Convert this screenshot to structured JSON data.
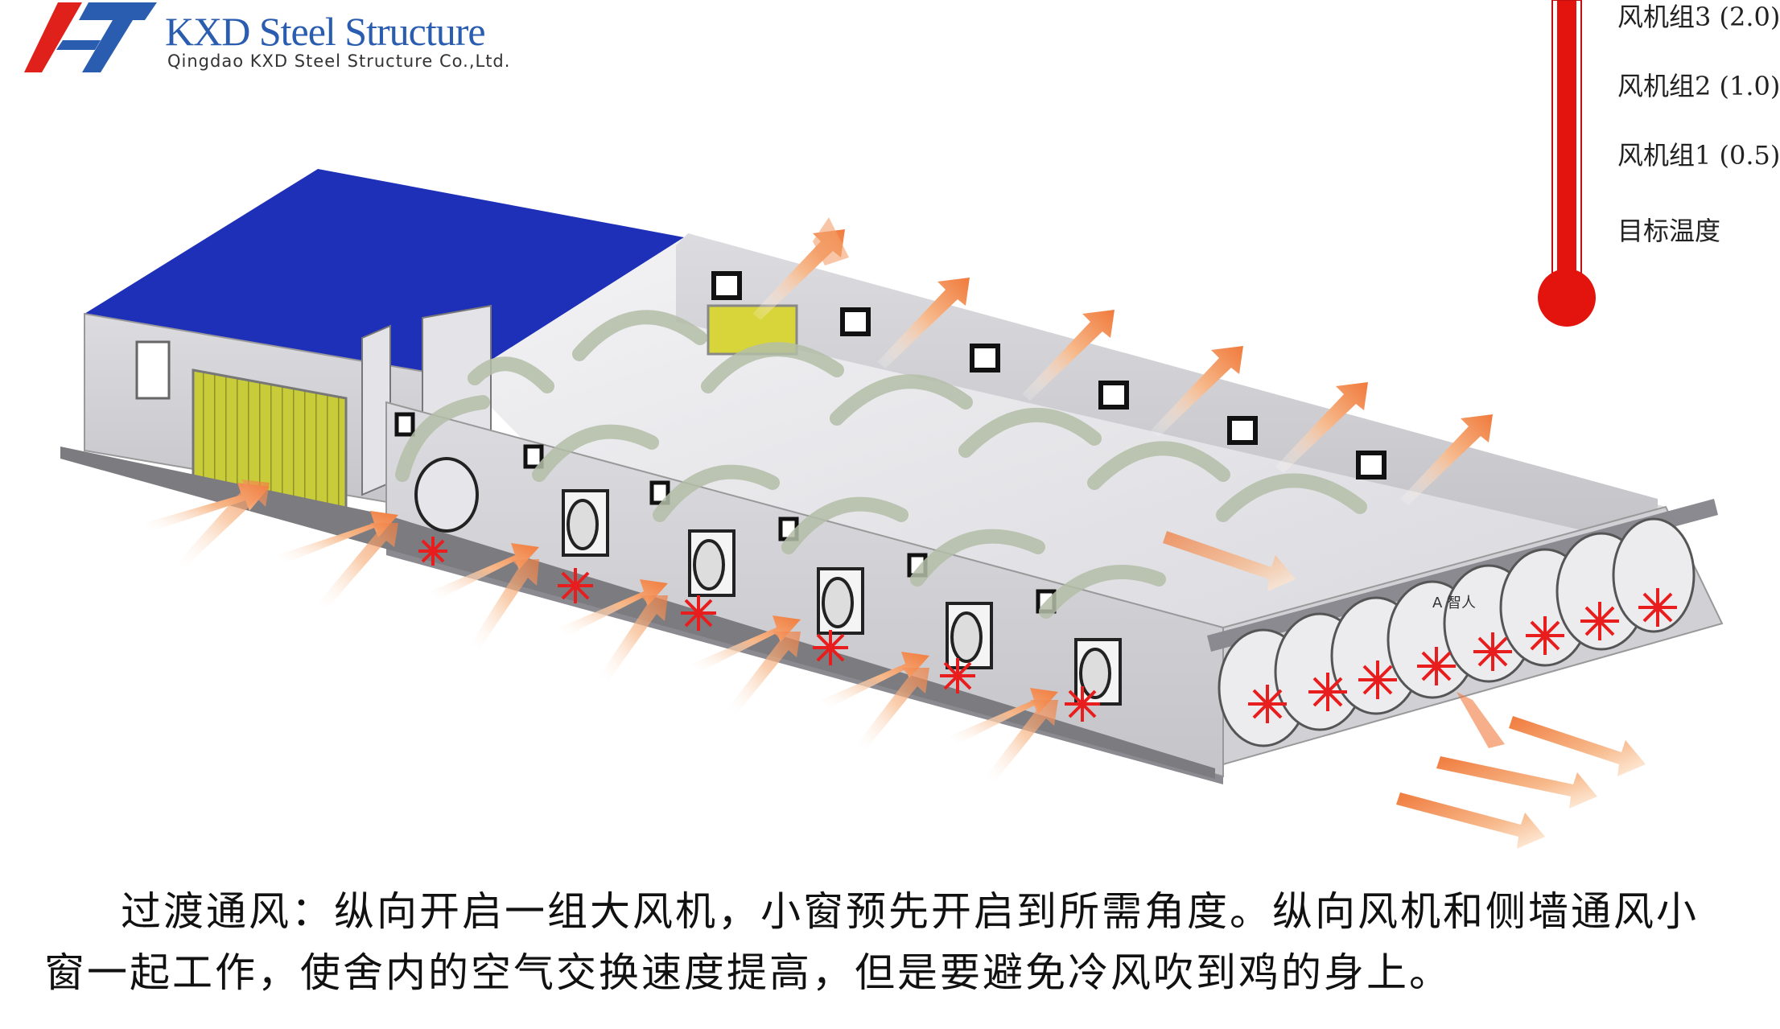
{
  "logo": {
    "icon": "kxd-logo-icon",
    "title": "KXD Steel Structure",
    "subtitle": "Qingdao KXD Steel Structure Co.,Ltd.",
    "colors": {
      "red": "#e0201b",
      "blue": "#2a5db0"
    }
  },
  "thermometer": {
    "labels": [
      "风机组3 (2.0)",
      "风机组2 (1.0)",
      "风机组1 (0.5)",
      "目标温度"
    ],
    "color": "#e3140e"
  },
  "illustration": {
    "roof_color": "#1e2fb8",
    "wall_color": "#d2d2d6",
    "pad_color": "#c8cc3a",
    "fan_marker_color": "#e81d1d",
    "arrow_colors": [
      "#f5a060",
      "#ffe4c8",
      "#f07a3c"
    ],
    "airflow_color": "#b4bea8",
    "person_label": "A 智人"
  },
  "caption": {
    "text": "过渡通风：纵向开启一组大风机，小窗预先开启到所需角度。纵向风机和侧墙通风小窗一起工作，使舍内的空气交换速度提高，但是要避免冷风吹到鸡的身上。"
  }
}
